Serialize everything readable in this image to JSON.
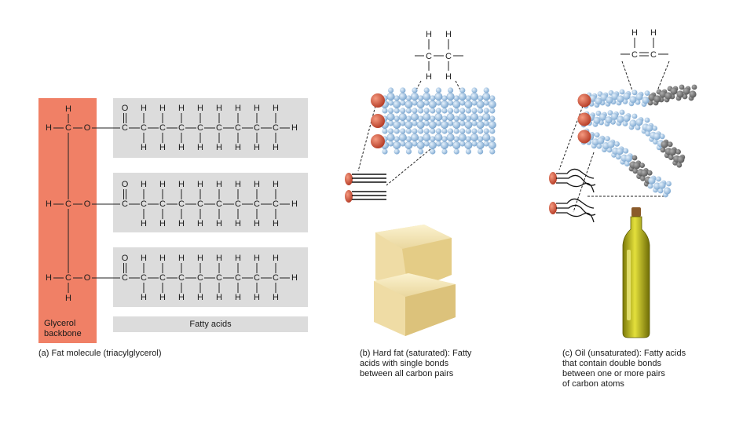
{
  "labels": {
    "glycerol": "Glycerol backbone",
    "fatty_acids": "Fatty acids"
  },
  "captions": {
    "a": "(a) Fat molecule (triacylglycerol)",
    "b": "(b) Hard fat (saturated): Fatty\n      acids with single bonds\n      between all carbon pairs",
    "c": "(c) Oil (unsaturated): Fatty acids\n      that contain double bonds\n      between one or more pairs\n      of carbon atoms"
  },
  "atoms": {
    "H": "H",
    "C": "C",
    "O": "O"
  },
  "colors": {
    "glycerol_bg": "#f08066",
    "fatty_acid_bg": "#dcdcdc",
    "carbon_bead": "#9cc4e8",
    "oxygen_bead": "#d9553d",
    "double_bond_bead": "#777777",
    "butter": "#f3e4b4",
    "oil": "#b7b51a"
  }
}
